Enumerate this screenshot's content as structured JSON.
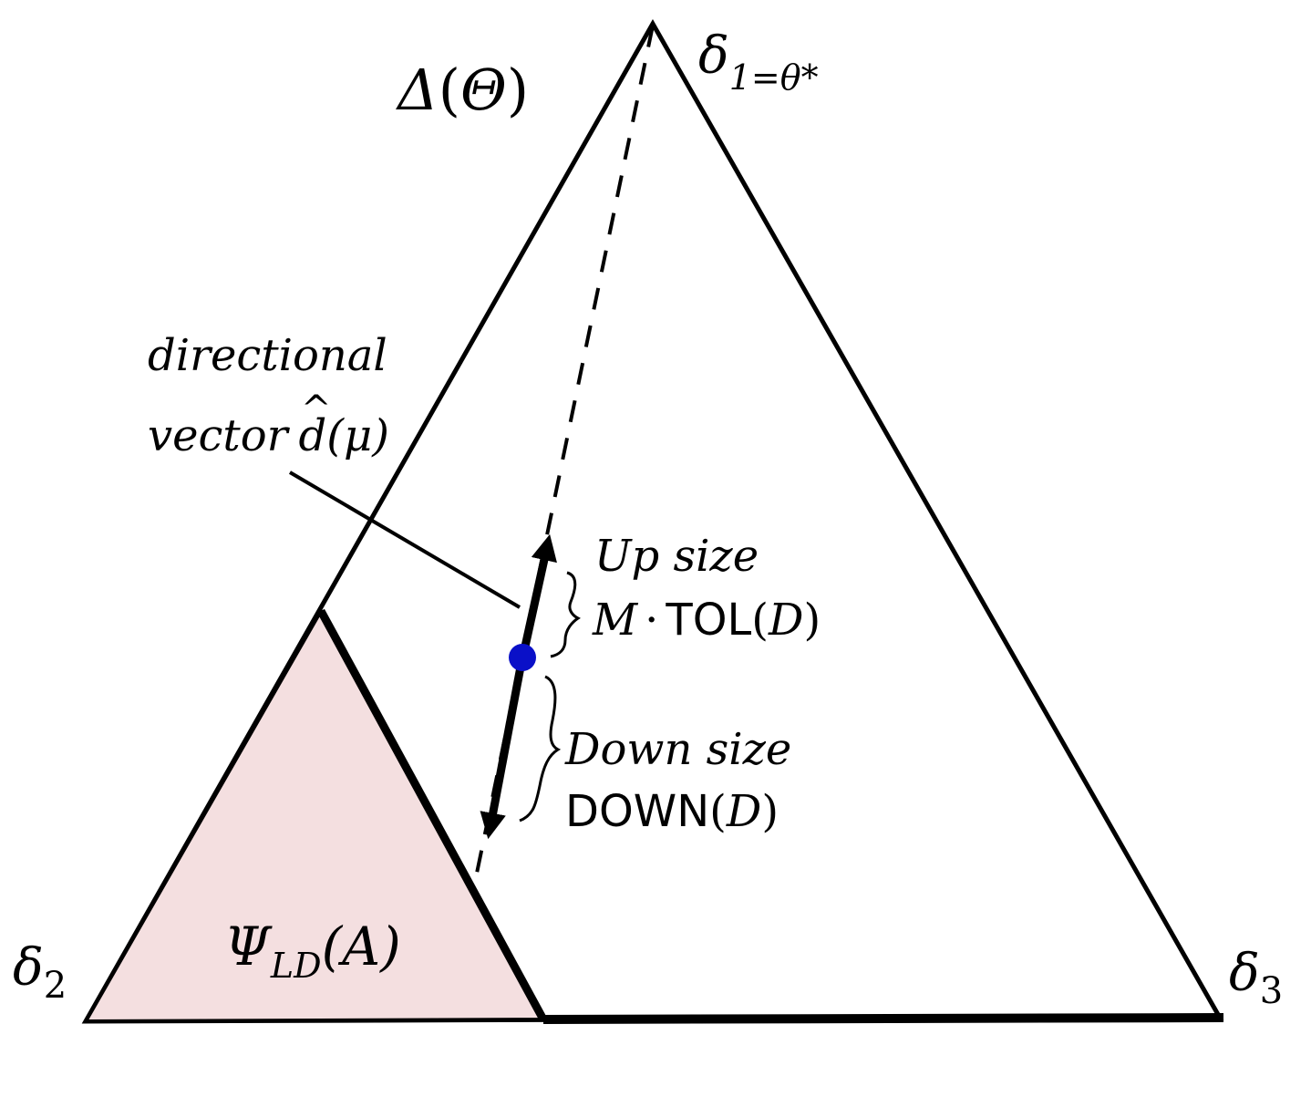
{
  "colors": {
    "stroke": "#000000",
    "region_fill": "#f4dfe0",
    "point": "#0a10c8",
    "background": "#ffffff"
  },
  "labels": {
    "simplex": {
      "prefix": "Δ",
      "open": "(",
      "var": "Θ",
      "close": ")"
    },
    "vertex_top": {
      "base": "δ",
      "sub": "1=θ*"
    },
    "vertex_left": {
      "base": "δ",
      "sub": "2"
    },
    "vertex_right": {
      "base": "δ",
      "sub": "3"
    },
    "region": {
      "base": "Ψ",
      "sub": "LD",
      "arg": "(A)"
    },
    "directional": {
      "line1": "directional",
      "line2_word": "vector",
      "line2_sym": "d",
      "line2_hat": "^",
      "line2_arg": "(μ)"
    },
    "up": {
      "title": "Up size",
      "m": "M",
      "dot": "·",
      "func": "TOL",
      "open": "(",
      "arg": "D",
      "close": ")"
    },
    "down": {
      "title": "Down size",
      "func": "DOWN",
      "open": "(",
      "arg": "D",
      "close": ")"
    }
  }
}
